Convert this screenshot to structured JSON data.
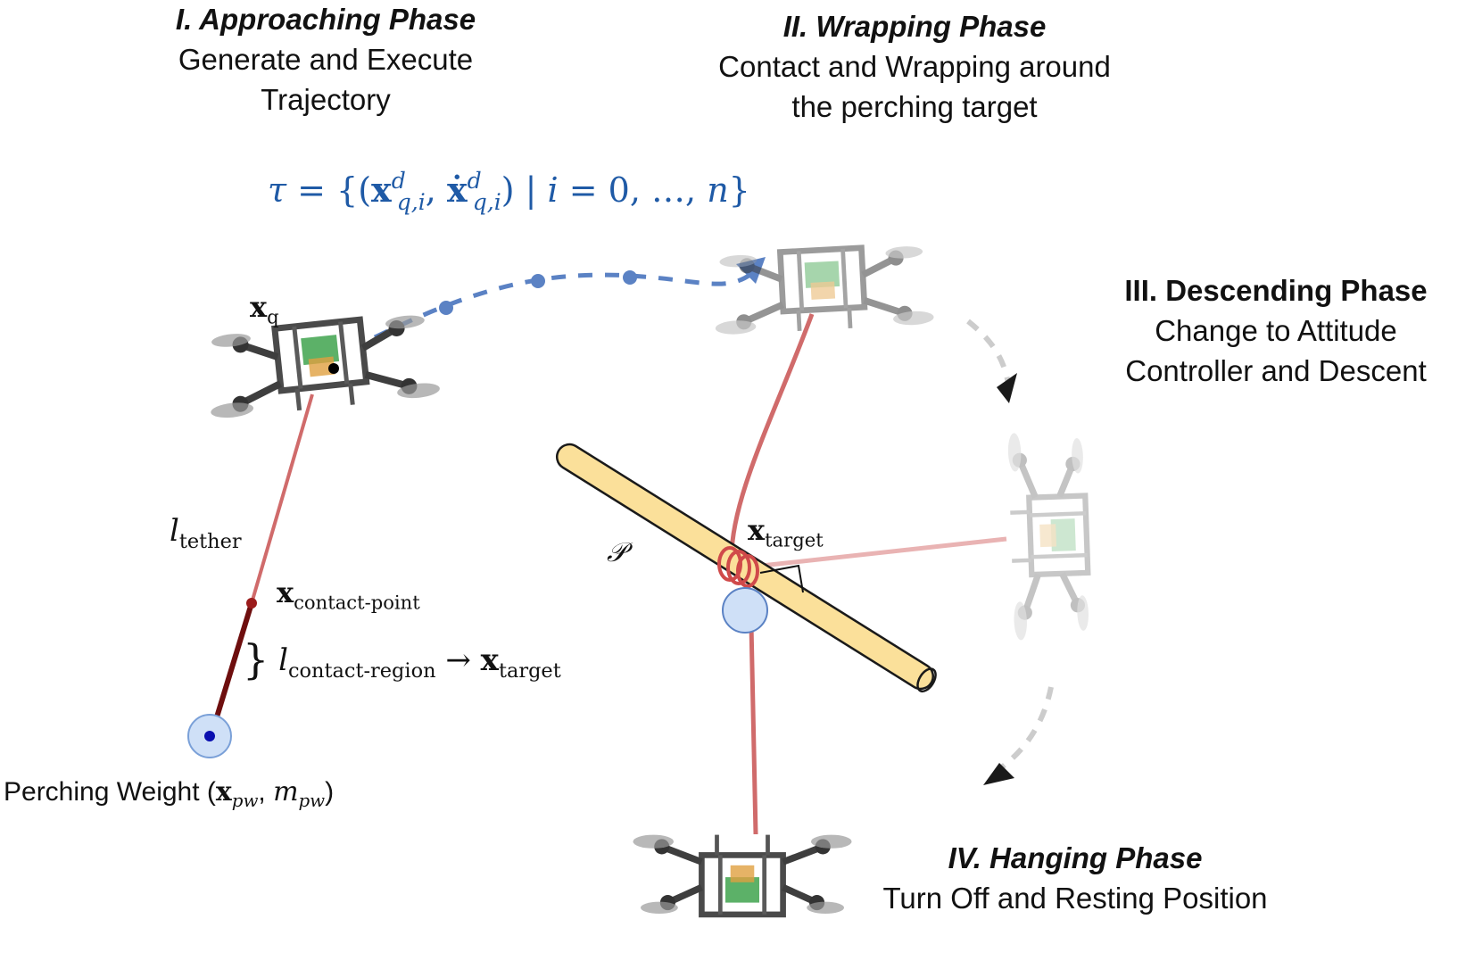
{
  "phases": {
    "approaching": {
      "title": "I. Approaching Phase",
      "desc_line1": "Generate and Execute",
      "desc_line2": "Trajectory"
    },
    "wrapping": {
      "title": "II. Wrapping Phase",
      "desc_line1": "Contact and Wrapping around",
      "desc_line2": "the perching target"
    },
    "descending": {
      "title": "III. Descending Phase",
      "desc_line1": "Change to Attitude",
      "desc_line2": "Controller and Descent"
    },
    "hanging": {
      "title": "IV. Hanging Phase",
      "desc_line1": "Turn Off and Resting Position"
    }
  },
  "trajectory_equation": {
    "tau": "τ",
    "eq": " = {(",
    "x": "x",
    "sup_d": "d",
    "sub_qi": "q,i",
    "comma": ", ",
    "xdot": "ẋ",
    "close": ") | ",
    "i": "i",
    "range": " = 0, …, ",
    "n": "n",
    "end": "}"
  },
  "labels": {
    "x_q": {
      "sym": "x",
      "sub": "q"
    },
    "l_tether": {
      "sym": "l",
      "sub": "tether"
    },
    "x_contact_point": {
      "sym": "x",
      "sub": "contact-point"
    },
    "l_contact_region": {
      "brace": "}",
      "sym": "l",
      "sub": "contact-region",
      "arrow": " → ",
      "sym2": "x",
      "sub2": "target"
    },
    "x_target": {
      "sym": "x",
      "sub": "target"
    },
    "perch_plane": "𝒫",
    "perching_weight": {
      "prefix": "Perching Weight (",
      "x": "x",
      "x_sub": "pw",
      "sep": ", ",
      "m": "m",
      "m_sub": "pw",
      "suffix": ")"
    }
  },
  "colors": {
    "trajectory": "#5b82c4",
    "tether": "#d06b6b",
    "tether_dark": "#6e0e0e",
    "rod_fill": "#fbe09a",
    "rod_stroke": "#1a1a1a",
    "weight_fill": "#cfe0f7",
    "weight_dot": "#0a0fb0",
    "gray_arrow": "#cccccc",
    "drone_frame": "#4a4a4a"
  },
  "icons": [
    "quadrotor-drone-icon",
    "perching-weight-icon",
    "perching-rod-icon",
    "arrowhead-icon"
  ]
}
